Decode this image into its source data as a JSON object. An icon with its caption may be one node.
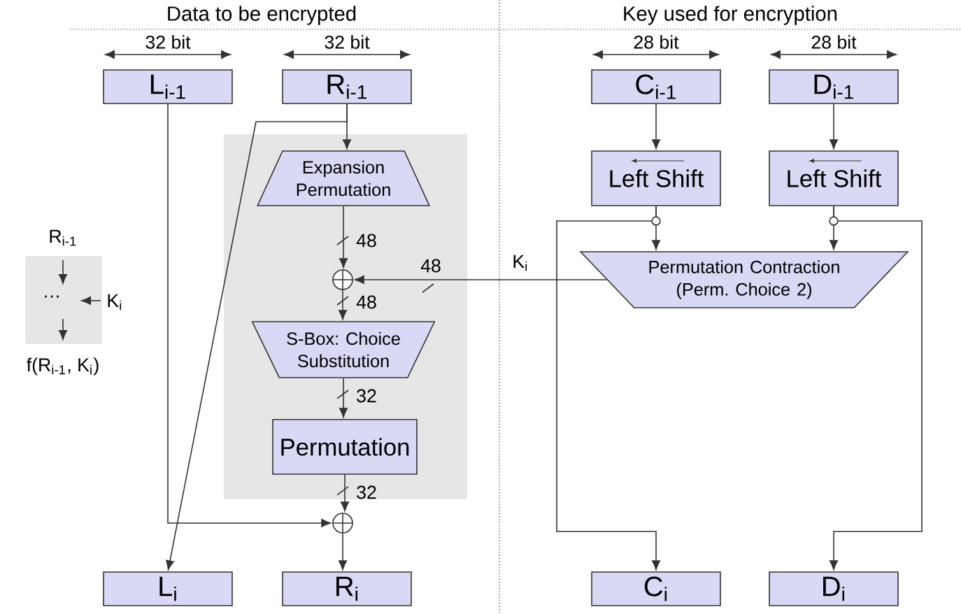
{
  "diagram": {
    "nodes": [
      {
        "text": [],
        "shape": "box"
      },
      {
        "text": [
          "L$_{i-1}$"
        ]
      },
      {
        "text": [
          "R$_{i-1}$"
        ]
      },
      {
        "text": [
          "Expansion Permutation"
        ],
        "in": 0
      },
      {
        "text": [],
        "shape": "circle",
        "in": 0
      },
      {
        "text": [
          "S-Box: Choice Substitution"
        ],
        "in": 0
      },
      {
        "text": [
          "Permutation"
        ],
        "in": 0
      },
      {
        "text": [],
        "shape": "circle"
      },
      {
        "text": [
          "L$_{i}$"
        ]
      },
      {
        "text": [
          "R$_{i}$"
        ]
      },
      {
        "text": [
          "C$_{i-1}$"
        ]
      },
      {
        "text": [
          "D$_{i-1}$"
        ]
      },
      {
        "text": [
          "Left Shift"
        ]
      },
      {
        "text": [
          "Left Shift"
        ]
      },
      {
        "text": [
          "Permutation Contraction (Perm. Choice 2)"
        ]
      },
      {
        "text": [
          "C$_{i}$"
        ]
      },
      {
        "text": [
          "D$_{i}$"
        ]
      }
    ],
    "edges": [
      {
        "from": 1,
        "to": 7,
        "arrow": "to"
      },
      {
        "from": 2,
        "to": 3,
        "arrow": "to"
      },
      {
        "from": 2,
        "to": 8,
        "arrow": "to"
      },
      {
        "from": 3,
        "to": 4,
        "arrow": "to",
        "label": "48"
      },
      {
        "from": 14,
        "to": 4,
        "arrow": "to",
        "label": "48"
      },
      {
        "from": 4,
        "to": 5,
        "arrow": "to",
        "label": "48"
      },
      {
        "from": 5,
        "to": 6,
        "arrow": "to",
        "label": "32"
      },
      {
        "from": 6,
        "to": 7,
        "arrow": "to",
        "label": "32"
      },
      {
        "from": 7,
        "to": 9,
        "arrow": "to"
      },
      {
        "from": 10,
        "to": 12,
        "arrow": "to"
      },
      {
        "from": 11,
        "to": 13,
        "arrow": "to"
      },
      {
        "from": 12,
        "to": 14,
        "arrow": "to"
      },
      {
        "from": 13,
        "to": 14,
        "arrow": "to"
      },
      {
        "from": 12,
        "to": 15,
        "arrow": "to"
      },
      {
        "from": 13,
        "to": 16,
        "arrow": "to"
      }
    ],
    "labels": [
      "Data to be encrypted",
      "Key used for encryption",
      "32 bit",
      "32 bit",
      "28 bit",
      "28 bit",
      "K$_{i}$",
      "R$_{i-1}$",
      "…",
      "K$_{i}$",
      "f(R$_{i-1}$, K$_{i}$)"
    ]
  }
}
